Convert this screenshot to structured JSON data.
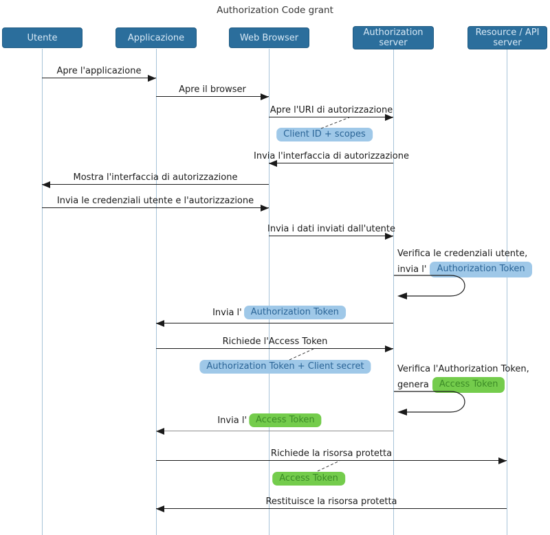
{
  "title": "Authorization Code grant",
  "actors": [
    {
      "label": "Utente"
    },
    {
      "label": "Applicazione"
    },
    {
      "label": "Web Browser"
    },
    {
      "label": "Authorization\nserver"
    },
    {
      "label": "Resource / API\nserver"
    }
  ],
  "messages": [
    {
      "text": "Apre l'applicazione",
      "from": "Utente",
      "to": "Applicazione"
    },
    {
      "text": "Apre il browser",
      "from": "Applicazione",
      "to": "Web Browser"
    },
    {
      "text": "Apre l'URI di autorizzazione",
      "from": "Web Browser",
      "to": "Authorization server"
    },
    {
      "text": "Invia l'interfaccia di autorizzazione",
      "from": "Authorization server",
      "to": "Web Browser"
    },
    {
      "text": "Mostra l'interfaccia di autorizzazione",
      "from": "Web Browser",
      "to": "Utente"
    },
    {
      "text": "Invia le credenziali utente e l'autorizzazione",
      "from": "Utente",
      "to": "Web Browser"
    },
    {
      "text": "Invia i dati inviati dall'utente",
      "from": "Web Browser",
      "to": "Authorization server"
    },
    {
      "prefix": "Invia l'",
      "badge": "Authorization Token",
      "from": "Authorization server",
      "to": "Applicazione"
    },
    {
      "text": "Richiede l'Access Token",
      "from": "Applicazione",
      "to": "Authorization server"
    },
    {
      "prefix": "Invia l'",
      "badge": "Access Token",
      "from": "Authorization server",
      "to": "Applicazione"
    },
    {
      "text": "Richiede la risorsa protetta",
      "from": "Applicazione",
      "to": "Resource / API server"
    },
    {
      "text": "Restituisce la risorsa protetta",
      "from": "Resource / API server",
      "to": "Applicazione"
    }
  ],
  "notes": [
    {
      "text": "Client ID + scopes",
      "color": "blue"
    },
    {
      "text": "Authorization Token + Client secret",
      "color": "blue"
    },
    {
      "text": "Access Token",
      "color": "green"
    }
  ],
  "annotations": [
    {
      "line1": "Verifica le credenziali utente,",
      "prefix": "invia l'",
      "badge": "Authorization Token",
      "badge_color": "blue"
    },
    {
      "line1": "Verifica l'Authorization Token,",
      "prefix": "genera",
      "badge": "Access Token",
      "badge_color": "green"
    }
  ],
  "colors": {
    "actor_fill": "#2b6e9c",
    "actor_text": "#d8e9f6",
    "actor_border": "#1f5a82",
    "lifeline": "#a6c3d8",
    "arrow": "#1a1a1a",
    "arrow_muted": "#8d8d8d",
    "note_blue_fill": "#9fc8e8",
    "note_blue_text": "#2a6496",
    "note_green_fill": "#74cc4c",
    "note_green_text": "#3c8b27"
  }
}
